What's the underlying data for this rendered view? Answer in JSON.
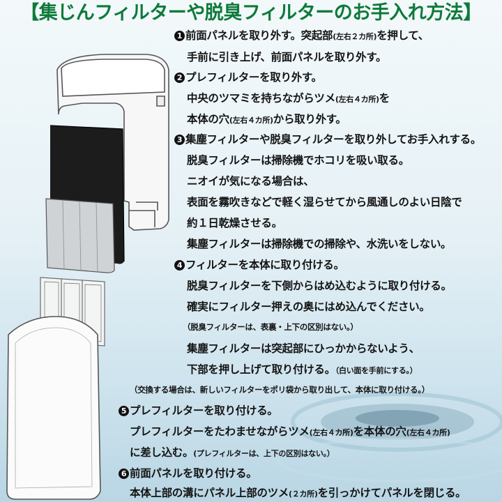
{
  "title": "【集じんフィルターや脱臭フィルターのお手入れ方法】",
  "steps": [
    {
      "num": "1",
      "heading": "前面パネルを取り外す。突起部",
      "heading_note": "(左右２カ所)",
      "heading_tail": "を押して、",
      "lines": [
        "手前に引き上げ、前面パネルを取り外す。"
      ]
    },
    {
      "num": "2",
      "heading": "プレフィルターを取り外す。",
      "lines_rich": [
        {
          "a": "中央のツマミを持ちながらツメ",
          "note": "(左右４カ所)",
          "b": "を"
        },
        {
          "a": "本体の穴",
          "note": "(左右４カ所)",
          "b": "から取り外す。"
        }
      ]
    },
    {
      "num": "3",
      "heading": "集塵フィルターや脱臭フィルターを取り外してお手入れする。",
      "lines": [
        "脱臭フィルターは掃除機でホコリを吸い取る。",
        "ニオイが気になる場合は、",
        "表面を霧吹きなどで軽く湿らせてから風通しのよい日陰で",
        "約１日乾燥させる。",
        "集塵フィルターは掃除機での掃除や、水洗いをしない。"
      ]
    },
    {
      "num": "4",
      "heading": "フィルターを本体に取り付ける。",
      "lines": [
        "脱臭フィルターを下側からはめ込むように取り付ける。",
        "確実にフィルター押えの奥にはめ込んでください。"
      ],
      "note1": "（脱臭フィルターは、表裏・上下の区別はない。）",
      "lines2": [
        "集塵フィルターは突起部にひっかからないよう、"
      ],
      "line_rich": {
        "a": "下部を押し上げて取り付ける。",
        "note": "（白い面を手前にする。）"
      },
      "note2": "（交換する場合は、新しいフィルターをポリ袋から取り出して、本体に取り付ける。）"
    },
    {
      "num": "5",
      "heading": "プレフィルターを取り付ける。",
      "line_rich_1": {
        "a": "プレフィルターをたわませながらツメ",
        "n1": "(左右４カ所)",
        "b": "を本体の穴",
        "n2": "(左右４カ所)"
      },
      "line_rich_2": {
        "a": "に差し込む。",
        "note": "(プレフィルターは、上下の区別はない。）"
      }
    },
    {
      "num": "6",
      "heading": "前面パネルを取り付ける。",
      "line_rich": {
        "a": "本体上部の溝にパネル上部のツメ",
        "note": "(２カ所)",
        "b": "を引っかけてパネルを閉じる。"
      }
    }
  ],
  "colors": {
    "title": "#0e7a3a",
    "text": "#141414",
    "background": "#e6f1f6"
  }
}
